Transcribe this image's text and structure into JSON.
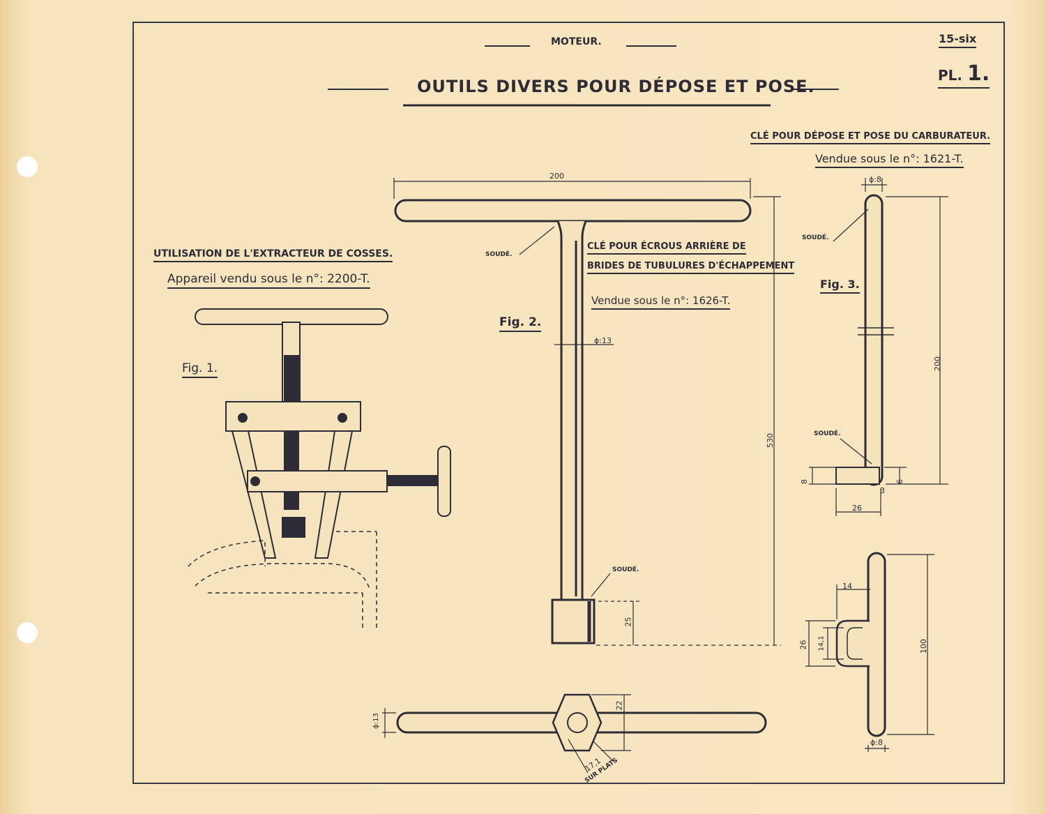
{
  "header": {
    "section": "MOTEUR.",
    "page_code": "15-six",
    "title": "OUTILS DIVERS POUR DÉPOSE ET POSE.",
    "plate_prefix": "PL.",
    "plate_number": "1."
  },
  "fig1": {
    "caption_title": "UTILISATION DE L'EXTRACTEUR DE COSSES.",
    "caption_sub": "Appareil vendu sous le n°: 2200-T.",
    "fig_label": "Fig. 1."
  },
  "fig2": {
    "caption_line1": "CLÉ POUR ÉCROUS ARRIÈRE DE",
    "caption_line2": "BRIDES DE TUBULURES D'ÉCHAPPEMENT",
    "caption_sub": "Vendue sous le n°: 1626-T.",
    "fig_label": "Fig. 2.",
    "dim_width": "200",
    "dim_height": "530",
    "dim_diameter": "ϕ:13",
    "dim_socket": "25",
    "dim_flats": "22",
    "dim_handle_diameter": "ϕ:13",
    "dim_across_flats": "17,1",
    "dim_across_flats_note": "SUR PLATS",
    "weld_top": "SOUDÉ.",
    "weld_bottom": "SOUDÉ."
  },
  "fig3": {
    "caption_title": "CLÉ POUR DÉPOSE ET POSE DU CARBURATEUR.",
    "caption_sub": "Vendue sous le n°: 1621-T.",
    "fig_label": "Fig. 3.",
    "dim_top_diameter": "ϕ:8",
    "dim_height": "200",
    "dim_foot_length": "26",
    "dim_foot_height": "8",
    "dim_foot_right": "6",
    "dim_foot_offset": "3",
    "dim_lower_14": "14",
    "dim_lower_26": "26",
    "dim_lower_14_1": "14,1",
    "dim_lower_100": "100",
    "dim_lower_diameter": "ϕ:8",
    "weld_top": "SOUDÉ.",
    "weld_bottom": "SOUDÉ."
  }
}
